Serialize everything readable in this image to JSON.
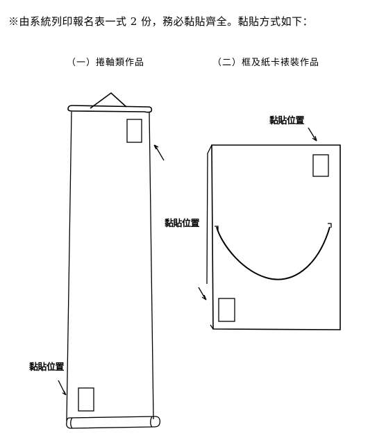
{
  "instruction": "※由系統列印報名表一式 2 份，務必黏貼齊全。黏貼方式如下：",
  "captions": {
    "scroll": "（一）捲軸類作品",
    "frame": "（二）框及紙卡裱裝作品"
  },
  "labels": {
    "frame_top": "黏貼位置",
    "frame_middle": "黏貼位置",
    "scroll_bottom": "黏貼位置"
  }
}
